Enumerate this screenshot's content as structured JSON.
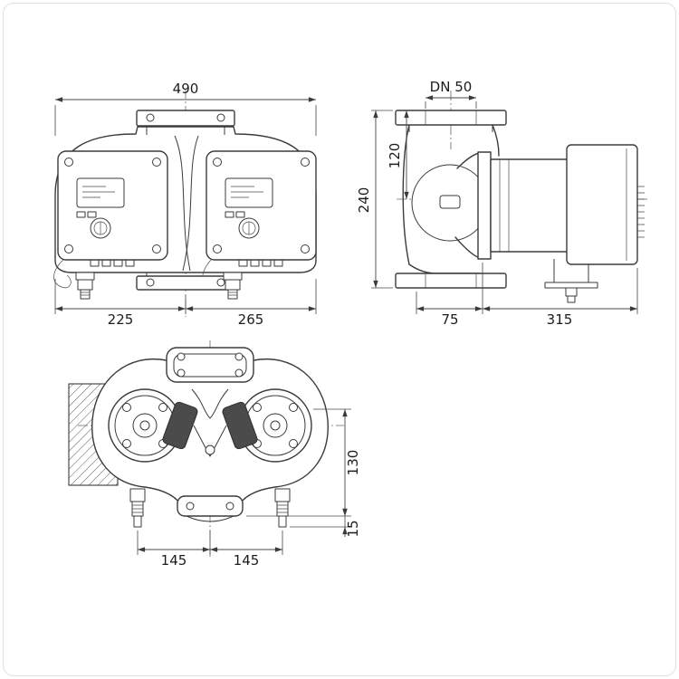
{
  "colors": {
    "ink": "#3b3b3b"
  },
  "front_view": {
    "dim_total_width": "490",
    "dim_bottom_left": "225",
    "dim_bottom_right": "265"
  },
  "side_view": {
    "dim_flange": "DN 50",
    "dim_port_axis": "120",
    "dim_total_height": "240",
    "dim_bottom_left": "75",
    "dim_bottom_right": "315"
  },
  "top_view": {
    "dim_depth": "130",
    "dim_plug": "15",
    "dim_bottom_left": "145",
    "dim_bottom_right": "145"
  }
}
